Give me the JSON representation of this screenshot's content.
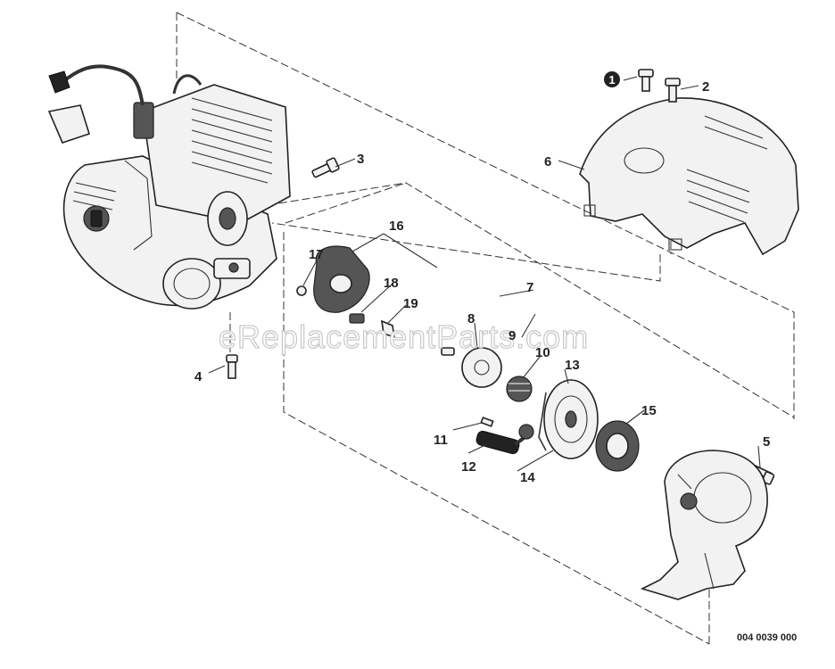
{
  "watermark": "eReplacementParts.com",
  "drawing_number": "004 0039 000",
  "callouts": [
    {
      "key": "1",
      "label": "1",
      "circled": true
    },
    {
      "key": "2",
      "label": "2"
    },
    {
      "key": "3",
      "label": "3"
    },
    {
      "key": "4",
      "label": "4"
    },
    {
      "key": "5",
      "label": "5"
    },
    {
      "key": "6",
      "label": "6"
    },
    {
      "key": "7",
      "label": "7"
    },
    {
      "key": "8",
      "label": "8"
    },
    {
      "key": "9",
      "label": "9"
    },
    {
      "key": "10",
      "label": "10"
    },
    {
      "key": "11",
      "label": "11"
    },
    {
      "key": "12",
      "label": "12"
    },
    {
      "key": "13",
      "label": "13"
    },
    {
      "key": "14",
      "label": "14"
    },
    {
      "key": "15",
      "label": "15"
    },
    {
      "key": "16",
      "label": "16"
    },
    {
      "key": "17",
      "label": "17"
    },
    {
      "key": "18",
      "label": "18"
    },
    {
      "key": "19",
      "label": "19"
    }
  ],
  "colors": {
    "ink": "#222222",
    "paper": "#ffffff",
    "watermark_stroke": "#c8c8c8"
  }
}
